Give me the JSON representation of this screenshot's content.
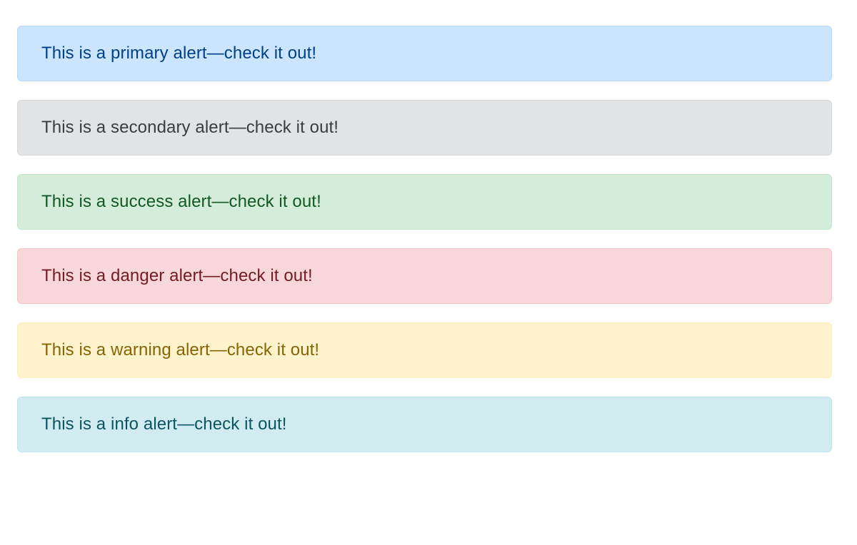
{
  "alerts": [
    {
      "variant": "primary",
      "text": "This is a primary alert—check it out!"
    },
    {
      "variant": "secondary",
      "text": "This is a secondary alert—check it out!"
    },
    {
      "variant": "success",
      "text": "This is a success alert—check it out!"
    },
    {
      "variant": "danger",
      "text": "This is a danger alert—check it out!"
    },
    {
      "variant": "warning",
      "text": "This is a warning alert—check it out!"
    },
    {
      "variant": "info",
      "text": "This is a info alert—check it out!"
    },
    {
      "variant": "light",
      "text": ""
    }
  ],
  "colors": {
    "primary": {
      "text": "#004085",
      "bg": "#cce5ff",
      "border": "#b8daff"
    },
    "secondary": {
      "text": "#383d41",
      "bg": "#e2e3e5",
      "border": "#d6d8db"
    },
    "success": {
      "text": "#155724",
      "bg": "#d4edda",
      "border": "#c3e6cb"
    },
    "danger": {
      "text": "#721c24",
      "bg": "#f8d7da",
      "border": "#f5c6cb"
    },
    "warning": {
      "text": "#856404",
      "bg": "#fff3cd",
      "border": "#ffeeba"
    },
    "info": {
      "text": "#0c5460",
      "bg": "#d1ecf1",
      "border": "#bee5eb"
    }
  }
}
